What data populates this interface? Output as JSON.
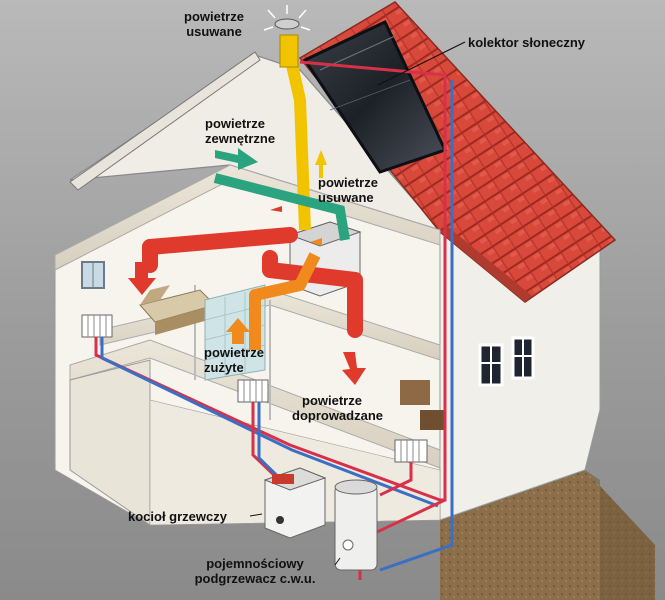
{
  "labels": {
    "vent_exhaust_roof": [
      "powietrze",
      "usuwane"
    ],
    "solar_collector": "kolektor słoneczny",
    "outside_air": [
      "powietrze",
      "zewnętrzne"
    ],
    "exhaust_air_mid": [
      "powietrze",
      "usuwane"
    ],
    "used_air": [
      "powietrze",
      "zużyte"
    ],
    "supply_air": [
      "powietrze",
      "doprowadzane"
    ],
    "boiler": "kocioł grzewczy",
    "water_heater": [
      "pojemnościowy",
      "podgrzewacz c.w.u."
    ]
  },
  "colors": {
    "supply_duct": "#e03a2c",
    "exhaust_duct": "#f2c400",
    "outside_duct": "#2aa37e",
    "used_duct": "#f08a1c",
    "hot_pipe": "#d9304a",
    "cold_pipe": "#3a6fc4",
    "roof": "#d9493b",
    "wall": "#f4f1ea",
    "ground": "#8c6f4a"
  },
  "icons": [
    "fan-icon",
    "arrow-up-icon",
    "arrow-down-icon",
    "arrow-right-icon"
  ]
}
